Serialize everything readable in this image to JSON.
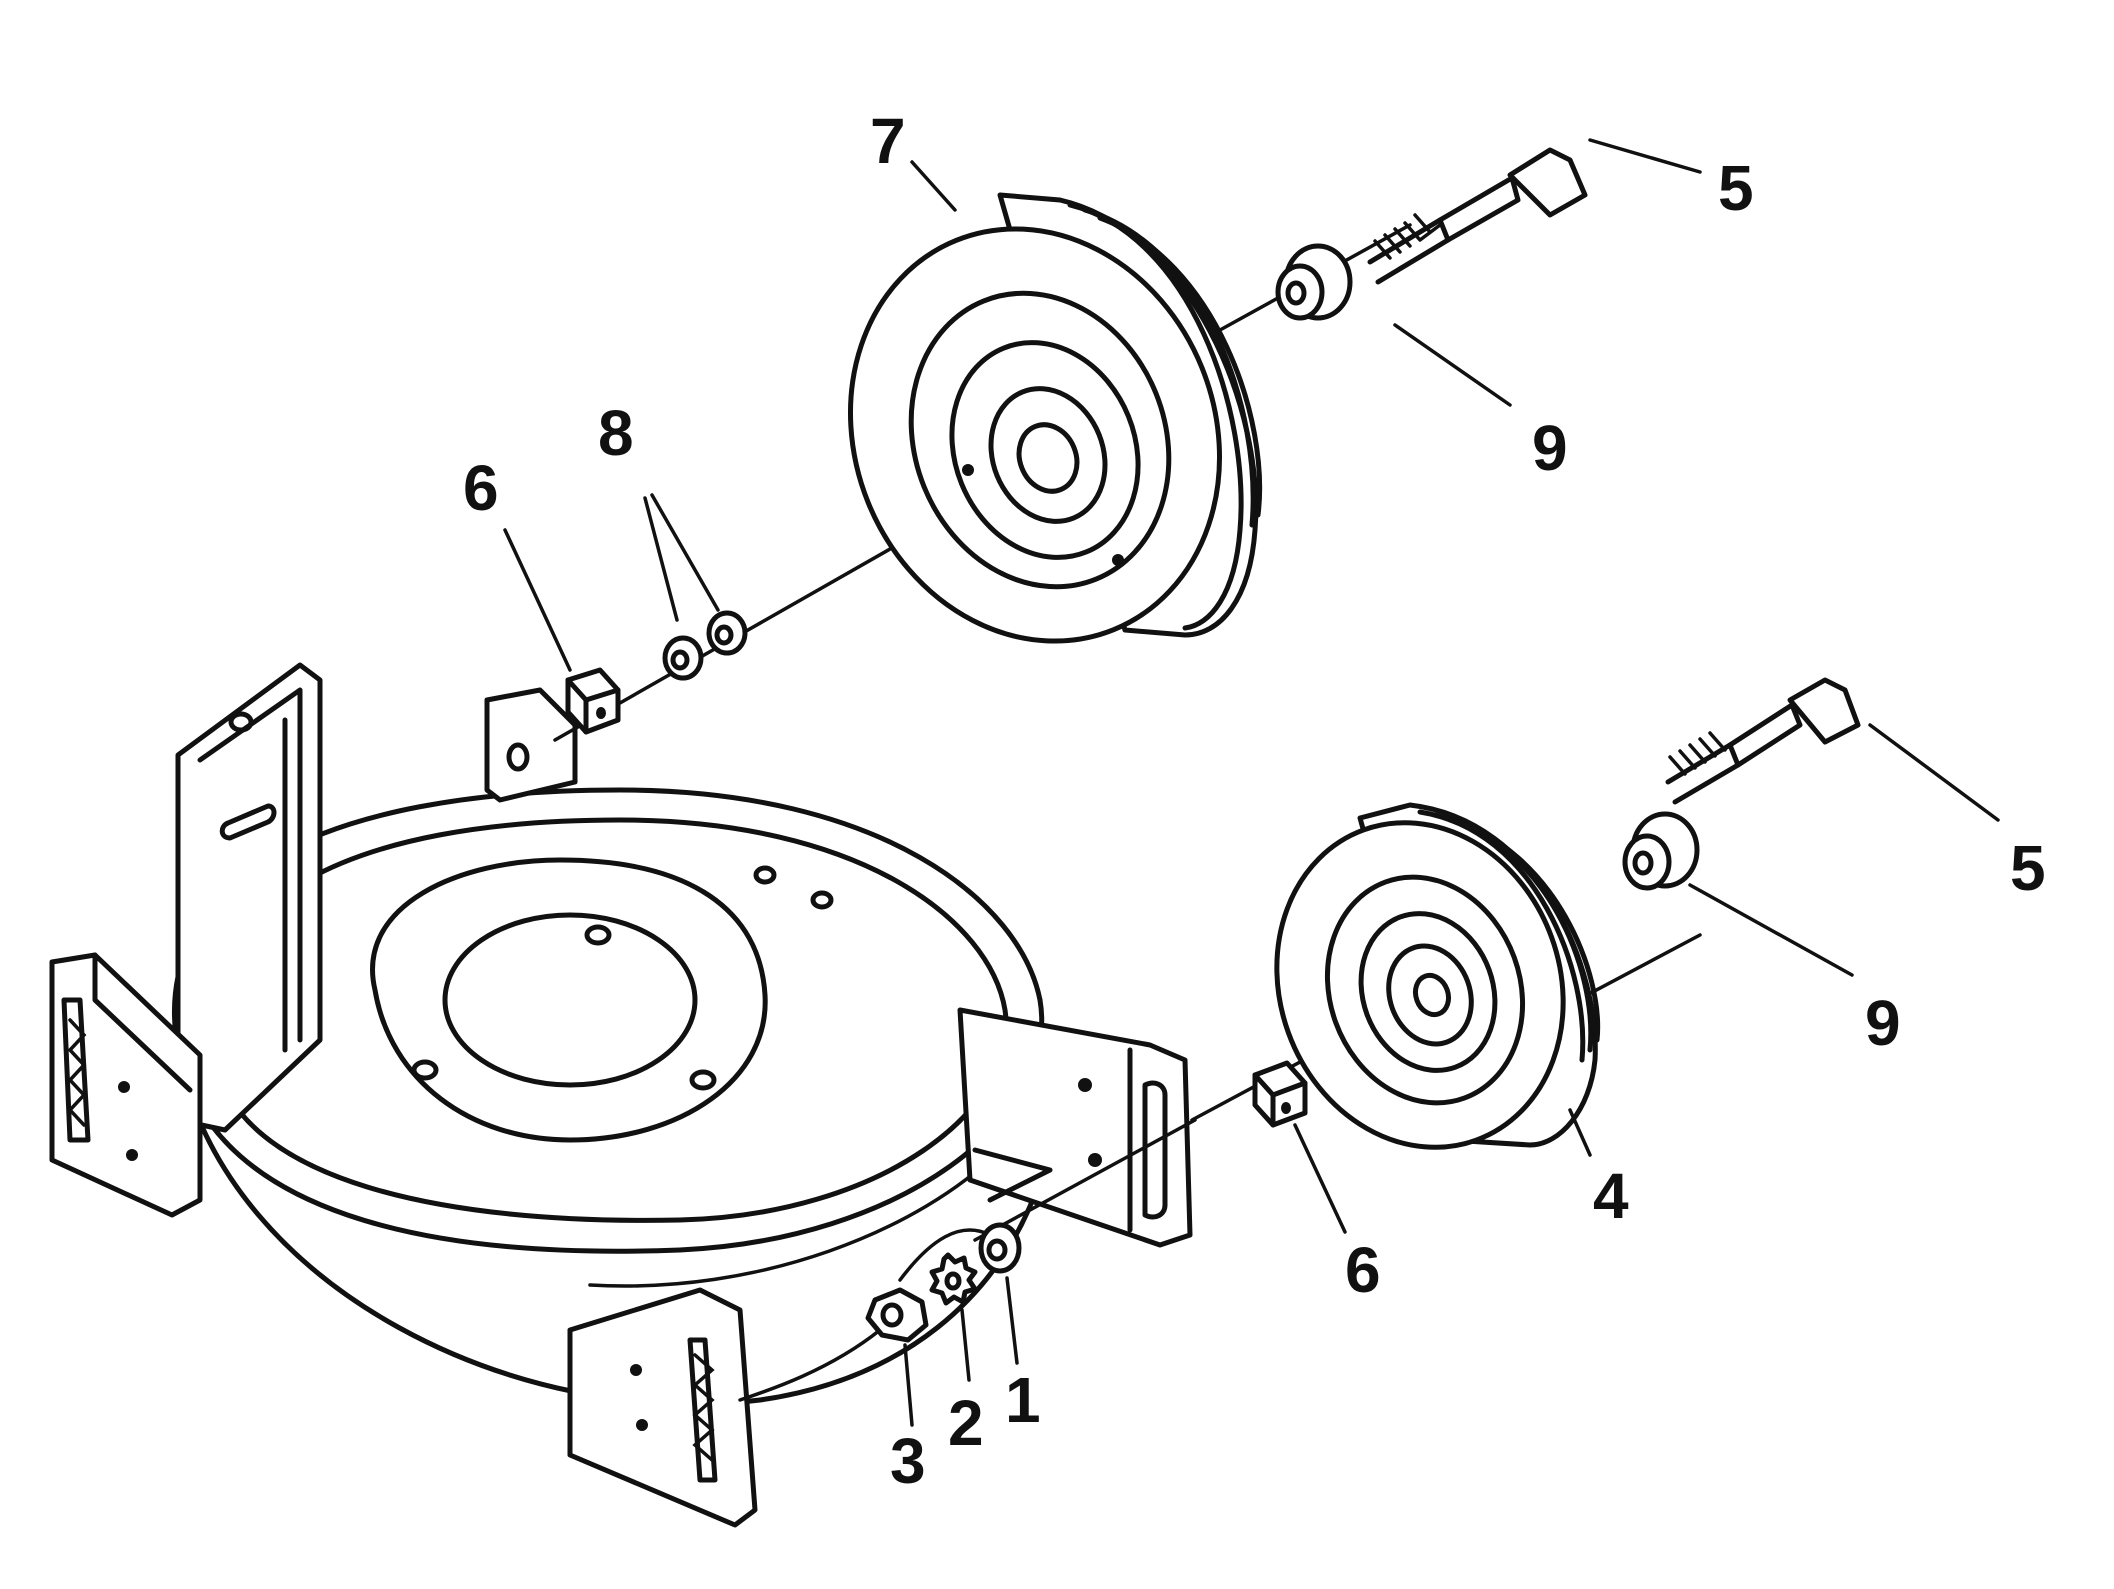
{
  "callouts": {
    "c1": "1",
    "c2": "2",
    "c3": "3",
    "c4": "4",
    "c5a": "5",
    "c5b": "5",
    "c6a": "6",
    "c6b": "6",
    "c7": "7",
    "c8": "8",
    "c9a": "9",
    "c9b": "9"
  }
}
